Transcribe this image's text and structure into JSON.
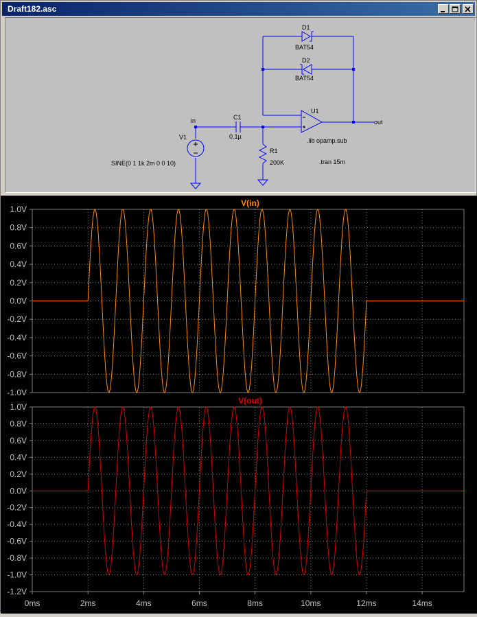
{
  "window": {
    "title": "Draft182.asc"
  },
  "schematic": {
    "net_in": "in",
    "net_out": "out",
    "V1": {
      "name": "V1",
      "value": "SINE(0 1 1k 2m 0 0 10)"
    },
    "C1": {
      "name": "C1",
      "value": "0.1µ"
    },
    "R1": {
      "name": "R1",
      "value": "200K"
    },
    "D1": {
      "name": "D1",
      "value": "BAT54"
    },
    "D2": {
      "name": "D2",
      "value": "BAT54"
    },
    "U1": {
      "name": "U1"
    },
    "directive_lib": ".lib opamp.sub",
    "directive_tran": ".tran 15m"
  },
  "colors": {
    "wire": "#0000ff",
    "trace_in": "#ff8c00",
    "trace_out": "#e00000",
    "grid": "#808080",
    "axis_text": "#c0c0c0"
  },
  "chart_data": [
    {
      "type": "line",
      "title": "V(in)",
      "color": "#ff8c00",
      "x_unit": "ms",
      "xlim": [
        0,
        15.5
      ],
      "ylim": [
        -1.0,
        1.0
      ],
      "yticks": [
        "1.0V",
        "0.8V",
        "0.6V",
        "0.4V",
        "0.2V",
        "0.0V",
        "-0.2V",
        "-0.4V",
        "-0.6V",
        "-0.8V",
        "-1.0V"
      ],
      "signal": {
        "amplitude": 1.0,
        "frequency_khz": 1,
        "start_ms": 2,
        "cycles": 10
      }
    },
    {
      "type": "line",
      "title": "V(out)",
      "color": "#e00000",
      "x_unit": "ms",
      "xlim": [
        0,
        15.5
      ],
      "ylim": [
        -1.2,
        1.0
      ],
      "yticks": [
        "1.0V",
        "0.8V",
        "0.6V",
        "0.4V",
        "0.2V",
        "0.0V",
        "-0.2V",
        "-0.4V",
        "-0.6V",
        "-0.8V",
        "-1.0V",
        "-1.2V"
      ],
      "xticks": [
        "0ms",
        "2ms",
        "4ms",
        "6ms",
        "8ms",
        "10ms",
        "12ms",
        "14ms"
      ],
      "signal": {
        "amplitude": 1.0,
        "frequency_khz": 1,
        "start_ms": 2,
        "cycles": 10
      }
    }
  ]
}
